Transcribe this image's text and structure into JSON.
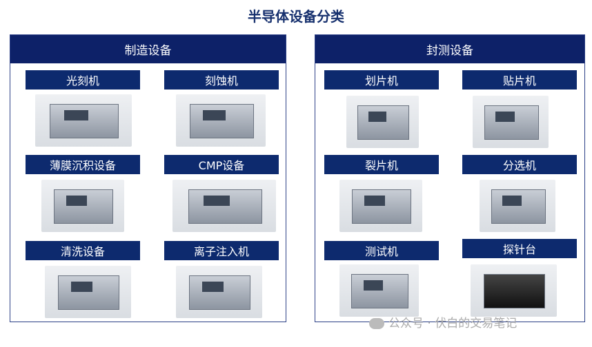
{
  "title": "半导体设备分类",
  "manufacturing": {
    "header": "制造设备",
    "items": [
      "光刻机",
      "刻蚀机",
      "薄膜沉积设备",
      "CMP设备",
      "清洗设备",
      "离子注入机"
    ]
  },
  "packaging": {
    "header": "封测设备",
    "items": [
      "划片机",
      "贴片机",
      "裂片机",
      "分选机",
      "测试机",
      "探针台"
    ]
  },
  "watermark": "公众号 · 伏白的交易笔记",
  "colors": {
    "navy": "#0d2168",
    "title": "#16306e"
  }
}
